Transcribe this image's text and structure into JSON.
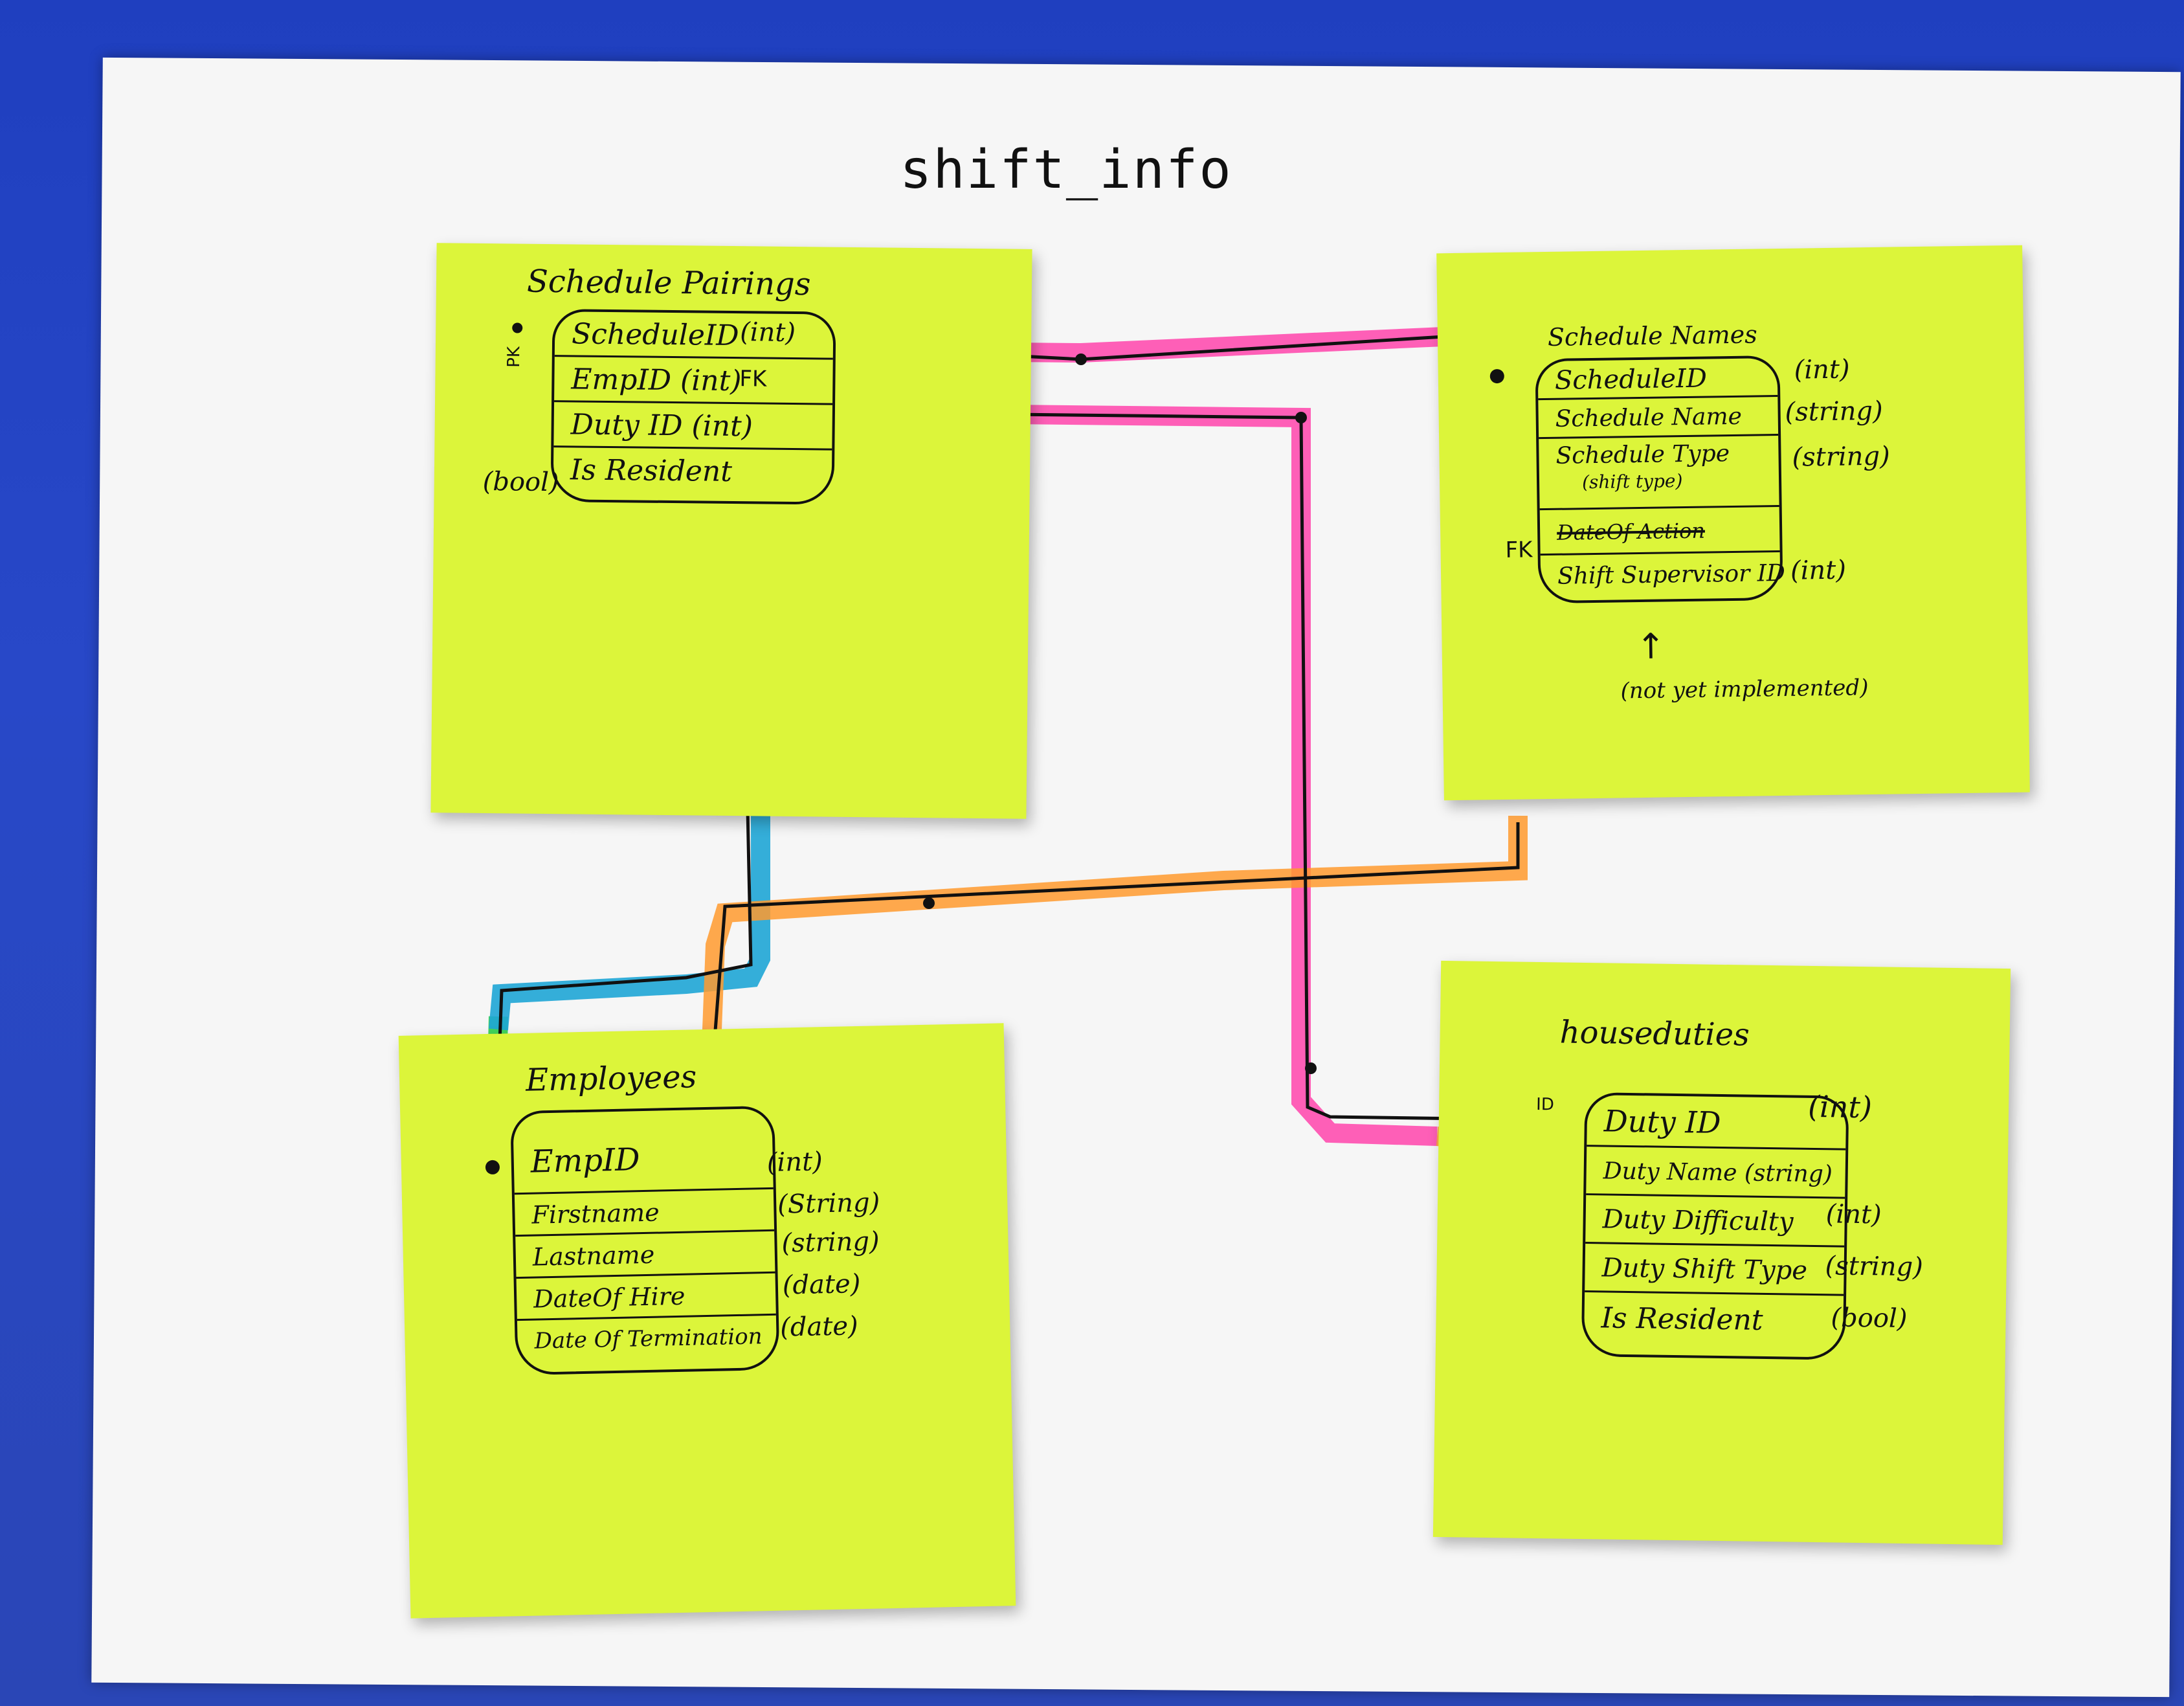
{
  "title": "shift_info",
  "schedule_pairings": {
    "name": "Schedule Pairings",
    "rows": [
      "ScheduleID",
      "EmpID (int)",
      "Duty ID (int)",
      "Is Resident"
    ],
    "types": [
      "(int)",
      "",
      "",
      "(bool)"
    ],
    "fk_label": "FK",
    "side_mark": "PK"
  },
  "schedule_names": {
    "name": "Schedule Names",
    "rows": [
      "ScheduleID",
      "Schedule Name",
      "Schedule Type",
      "Shift Supervisor ID"
    ],
    "row_note": "(shift type)",
    "scribble": "DateOf Action",
    "types": [
      "(int)",
      "(string)",
      "(string)",
      "(int)"
    ],
    "fk_label": "FK",
    "annotation_arrow": "↑",
    "annotation": "(not yet implemented)"
  },
  "employees": {
    "name": "Employees",
    "rows": [
      "EmpID",
      "Firstname",
      "Lastname",
      "DateOf Hire",
      "Date Of Termination"
    ],
    "types": [
      "(int)",
      "(String)",
      "(string)",
      "(date)",
      "(date)"
    ]
  },
  "houseduties": {
    "name": "houseduties",
    "rows": [
      "Duty ID",
      "Duty Name (string)",
      "Duty Difficulty",
      "Duty Shift Type",
      "Is Resident"
    ],
    "types": [
      "(int)",
      "",
      "(int)",
      "(string)",
      "(bool)"
    ],
    "id_label": "ID"
  },
  "colors": {
    "note": "#dcf53a",
    "pink": "#ff4fb0",
    "orange": "#ff9a2e",
    "green": "#2fd24a",
    "blue": "#1fa6d6"
  }
}
